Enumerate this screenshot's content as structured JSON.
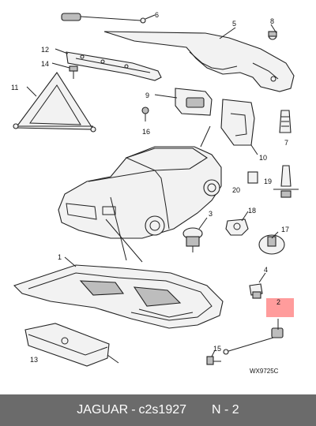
{
  "diagram": {
    "code": "WX9725C",
    "callouts": [
      "1",
      "2",
      "3",
      "4",
      "5",
      "6",
      "7",
      "8",
      "9",
      "10",
      "11",
      "12",
      "13",
      "14",
      "15",
      "16",
      "17",
      "18",
      "19",
      "20"
    ],
    "highlight_color": "#ff9c9c"
  },
  "footer": {
    "brand": "JAGUAR",
    "separator": "-",
    "part_number": "c2s1927",
    "page": "N - 2"
  }
}
